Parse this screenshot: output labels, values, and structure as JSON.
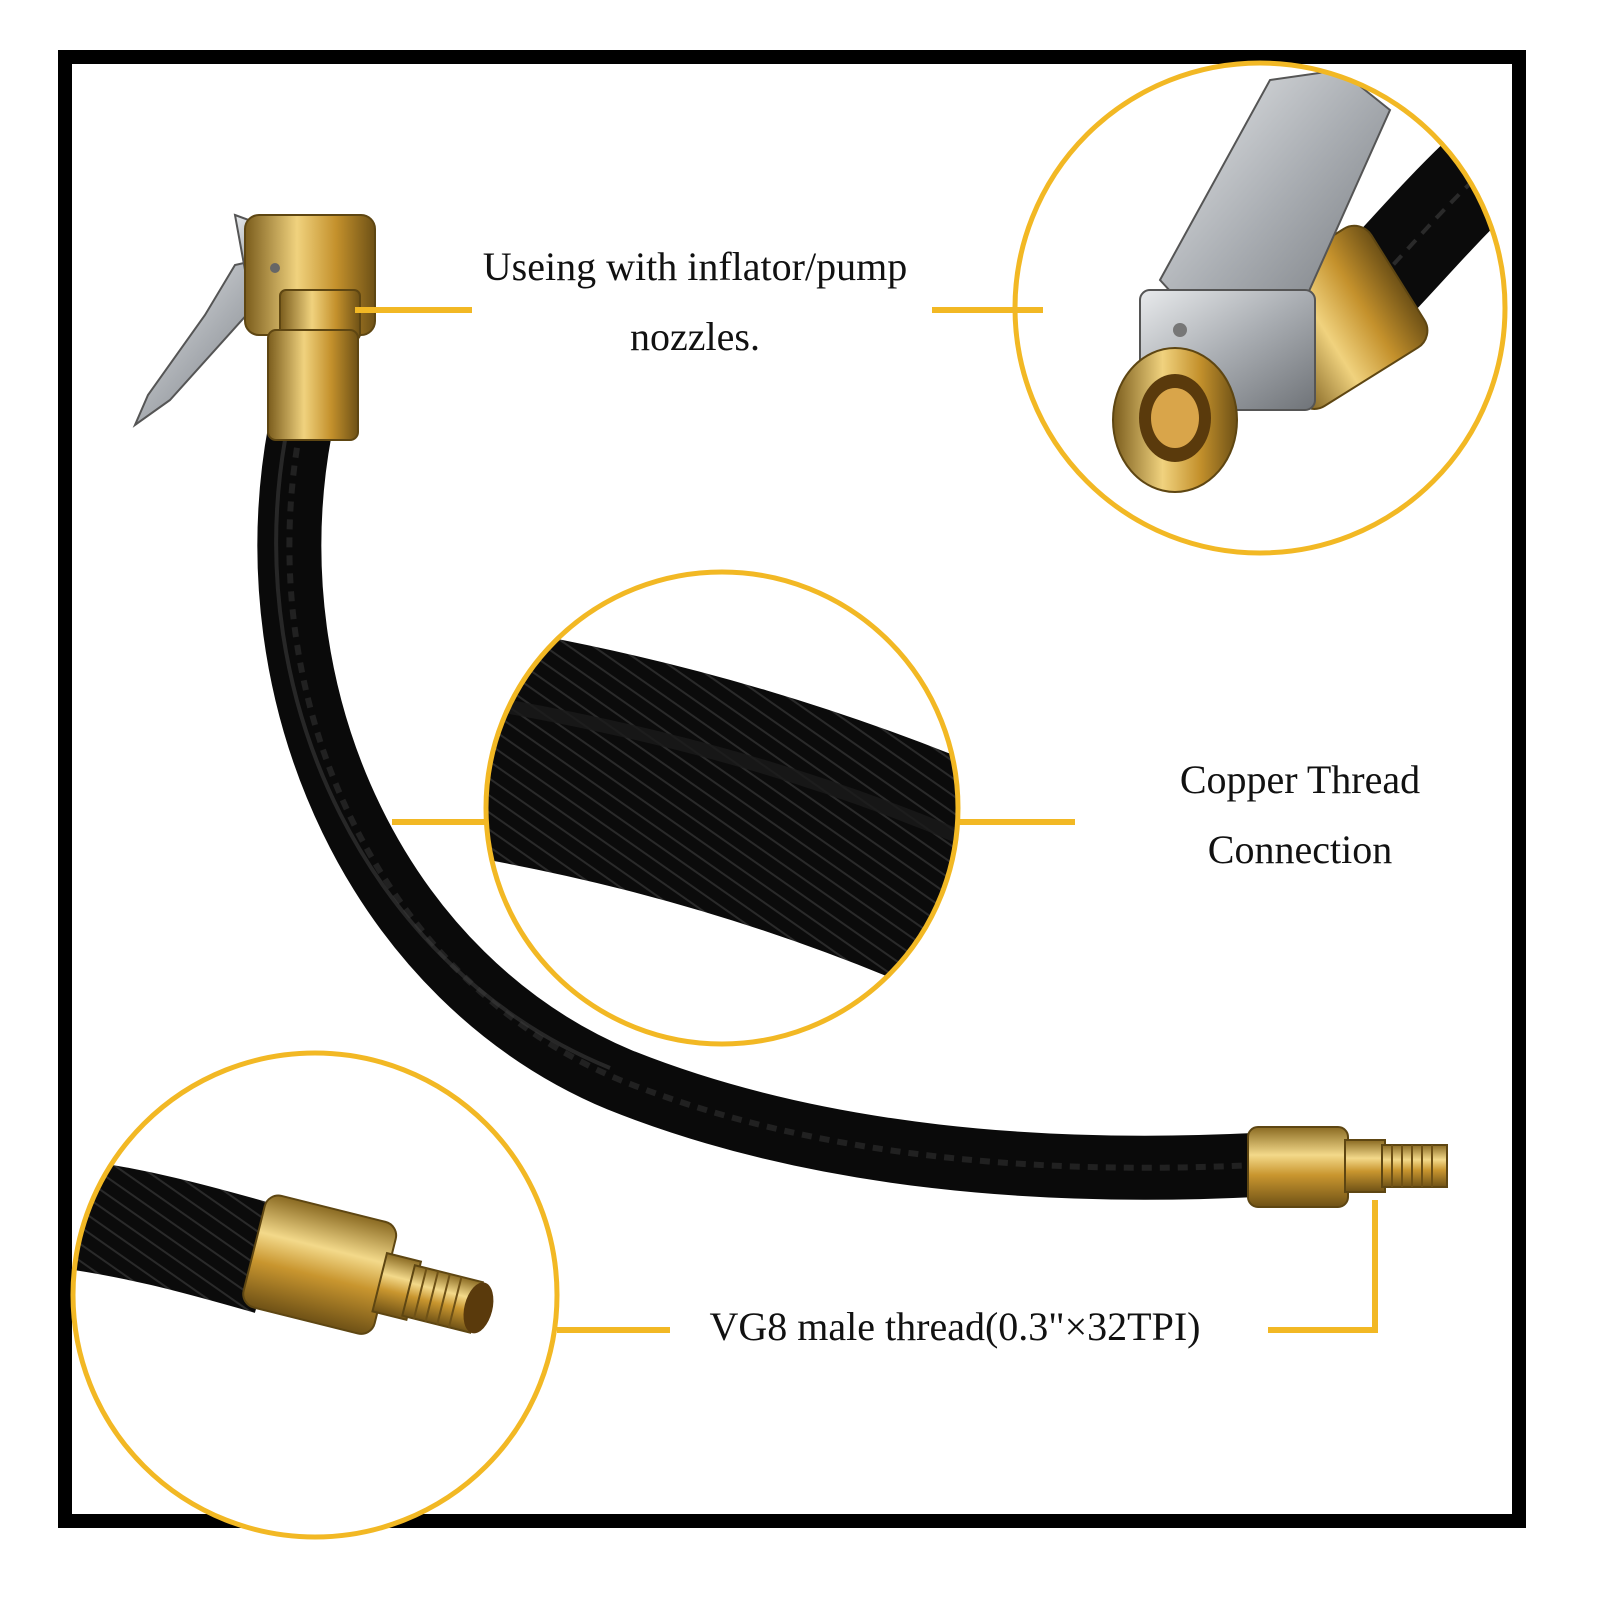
{
  "captions": {
    "pump_line1": "Useing with inflator/pump",
    "pump_line2": "nozzles.",
    "copper_line1": "Copper Thread",
    "copper_line2": "Connection",
    "vg8": "VG8 male thread(0.3\"×32TPI)"
  },
  "colors": {
    "frame": "#000000",
    "accent_yellow": "#F2B824",
    "hose": "#0c0c0c",
    "brass": "#d4a84a",
    "steel": "#b9bcc0"
  },
  "icons": {
    "nozzle": "brass-clip-chuck",
    "hose": "braided-black-hose",
    "connector": "brass-male-thread-connector"
  }
}
